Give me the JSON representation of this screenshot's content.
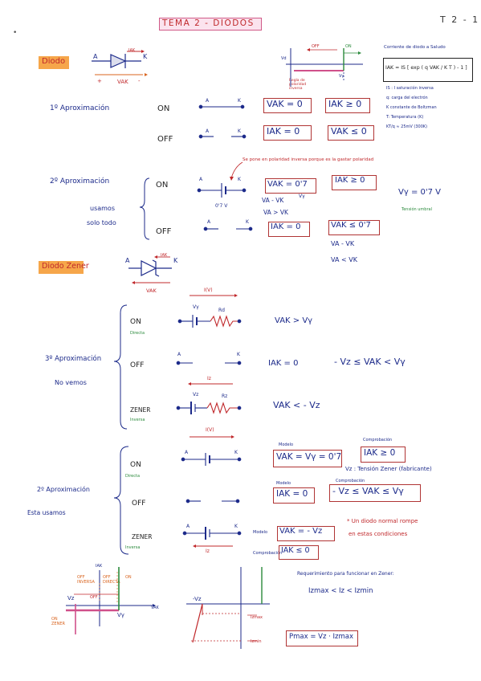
{
  "header": {
    "title": "TEMA 2 - DIODOS",
    "page_ref": "T 2 - 1",
    "bullet": "•"
  },
  "diodo": {
    "label": "Diodo",
    "A": "A",
    "K": "K",
    "iak": "IAK",
    "vak": "VAK"
  },
  "curve1": {
    "off": "OFF",
    "on": "ON",
    "vd": "Vd",
    "vy": "Vγ",
    "note": "Regla de polaridad inversa"
  },
  "formula": {
    "heading": "Corriente de diodo a Saludo",
    "equation": "IAK = IS [ exp ( q VAK / K T ) - 1 ]",
    "notes": [
      "IS : I saturación inversa",
      "q: carga del electrón",
      "K constante de Boltzman",
      "T: Temperatura (K)",
      "KT/q ≈ 25mV (300K)"
    ]
  },
  "aprox1": {
    "label": "1º Aproximación",
    "on": "ON",
    "off": "OFF",
    "A": "A",
    "K": "K",
    "on_eq1": "VAK = 0",
    "on_eq2": "IAK ≥ 0",
    "off_eq1": "IAK = 0",
    "off_eq2": "VAK ≤ 0"
  },
  "aprox2": {
    "note": "Se pone en polaridad inversa porque es la gastar polaridad",
    "label": "2º Aproximación",
    "usamos": "usamos",
    "solo": "solo todo",
    "on": "ON",
    "off": "OFF",
    "A": "A",
    "K": "K",
    "v07": "0'7 V",
    "on_eq1": "VAK = 0'7",
    "on_vy": "Vγ",
    "on_eq2": "IAK ≥ 0",
    "cond1": "VA - VK",
    "cond2": "VA > VK",
    "vy_eq": "Vγ = 0'7 V",
    "tension": "Tensión umbral",
    "off_eq1": "IAK = 0",
    "off_eq2": "VAK ≤ 0'7",
    "off_c1": "VA - VK",
    "off_c2": "VA < VK"
  },
  "zener": {
    "label": "Diodo Zener",
    "A": "A",
    "K": "K",
    "iak": "IAK",
    "vak": "VAK"
  },
  "aprox3": {
    "label": "3º Aproximación",
    "no_vemos": "No vemos",
    "on": "ON",
    "directa": "Directa",
    "off": "OFF",
    "zener": "ZENER",
    "inversa": "Inversa",
    "i_v": "I(V)",
    "vy": "Vγ",
    "rd": "Rd",
    "iz": "Iz",
    "vz": "Vz",
    "rz": "Rz",
    "A": "A",
    "K": "K",
    "on_eq": "VAK > Vγ",
    "off_eq1": "IAK = 0",
    "off_eq2": "- Vz ≤ VAK < Vγ",
    "zener_eq": "VAK < - Vz"
  },
  "aprox2z": {
    "label": "2º Aproximación",
    "usamos": "Esta usamos",
    "on": "ON",
    "directa": "Directa",
    "off": "OFF",
    "zener": "ZENER",
    "inversa": "Inversa",
    "i_v": "I(V)",
    "A": "A",
    "K": "K",
    "iz": "Iz",
    "modelo": "Modelo",
    "comprobacion": "Comprobación",
    "on_eq1": "VAK = Vγ = 0'7",
    "on_eq2": "IAK ≥ 0",
    "vz_note": "Vz : Tensión Zener (fabricante)",
    "off_eq1": "IAK = 0",
    "off_eq2": "- Vz ≤ VAK ≤ Vγ",
    "zener_eq1": "VAK = - Vz",
    "zener_eq2": "IAK ≤ 0",
    "rompe1": "* Un diodo normal rompe",
    "rompe2": "en estas condiciones"
  },
  "bottom": {
    "iak": "IAK",
    "vak": "VAK",
    "off_inv": "OFF INVERSA",
    "off_dir": "OFF DIRECTA",
    "on": "ON",
    "on_zener": "ON ZENER",
    "off": "OFF",
    "vz": "Vz",
    "vy": "Vγ",
    "neg_vz": "-Vz",
    "izmax": "Izmax",
    "izmin": "Izmin",
    "req_title": "Requerimiento para funcionar en Zener:",
    "req_eq": "Izmax < Iz < Izmin",
    "pmax": "Pmax = Vz · Izmax"
  }
}
